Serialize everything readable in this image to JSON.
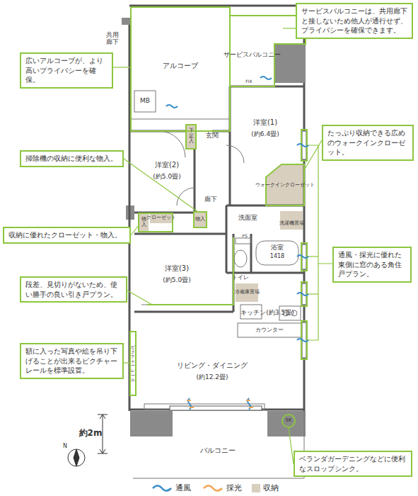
{
  "diagram": {
    "nodes": [
      {
        "text": [
          "サービスバルコニーは、共用廊下と接しないため他人が通行せず、プライバシーを確保できます。"
        ]
      },
      {
        "text": [
          "広いアルコーブが、より高いプライバシーを確保。"
        ]
      },
      {
        "text": [
          "たっぷり収納できる広めのウォークインクローゼット。"
        ]
      },
      {
        "text": [
          "掃除機の収納に便利な物入。"
        ]
      },
      {
        "text": [
          "収納に優れたクローゼット・物入。"
        ]
      },
      {
        "text": [
          "通風・採光に優れた東側に窓のある角住戸プラン。"
        ]
      },
      {
        "text": [
          "段差、見切りがないため、使い勝手の良い引き戸プラン。"
        ]
      },
      {
        "text": [
          "額に入った写真や絵を吊り下げることが出来るピクチャーレールを標準設置。"
        ]
      },
      {
        "text": [
          "ベランダガーデニングなどに便利なスロップシンク。"
        ]
      }
    ],
    "edges": [],
    "labels": [
      "共用廊下",
      "アルコーブ",
      "MB",
      "サービスバルコニー",
      "玄関",
      "下足入",
      "洋室(1)",
      "(約6.4畳)",
      "洋室(2)",
      "(約5.0畳)",
      "ウォークインクローゼット",
      "廊下",
      "洗面室",
      "洗濯機置場",
      "物入",
      "クローゼット",
      "物入",
      "トイレ",
      "浴室",
      "1418",
      "洋室(3)",
      "(約5.0畳)",
      "冷蔵庫置場",
      "キッチン(約3.5畳)",
      "カウンター",
      "リビング・ダイニング",
      "(約12.2畳)",
      "バルコニー",
      "SK",
      "約2m",
      "N",
      "ピクチャーレール",
      "FIX",
      "PS"
    ],
    "legend": [
      {
        "text": "通風"
      },
      {
        "text": "採光"
      },
      {
        "text": "収納",
        "color": "#d9cfbf"
      }
    ]
  }
}
